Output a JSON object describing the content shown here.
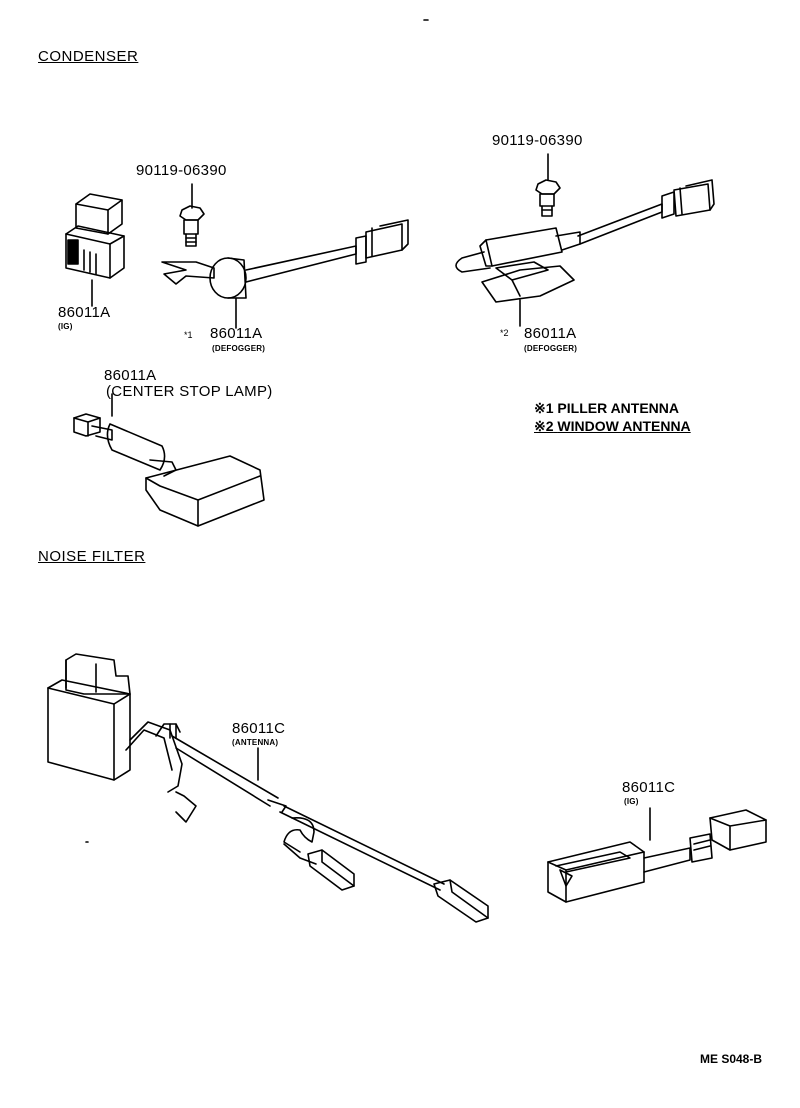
{
  "sections": {
    "condenser": "CONDENSER",
    "noise_filter": "NOISE FILTER"
  },
  "parts": {
    "bolt_left": "90119-06390",
    "bolt_right": "90119-06390",
    "cond_ig_number": "86011A",
    "cond_ig_note": "(IG)",
    "cond_defogger1_mark": "*1",
    "cond_defogger1_number": "86011A",
    "cond_defogger1_note": "(DEFOGGER)",
    "cond_defogger2_mark": "*2",
    "cond_defogger2_number": "86011A",
    "cond_defogger2_note": "(DEFOGGER)",
    "cond_stop_lamp_number": "86011A",
    "cond_stop_lamp_note": "(CENTER STOP LAMP)",
    "filter_antenna_number": "86011C",
    "filter_antenna_note": "(ANTENNA)",
    "filter_ig_number": "86011C",
    "filter_ig_note": "(IG)"
  },
  "legend": {
    "item1_mark": "※1",
    "item1_text": "PILLER ANTENNA",
    "item2_mark": "※2",
    "item2_text": "WINDOW ANTENNA"
  },
  "footer": {
    "code": "ME S048-B"
  }
}
